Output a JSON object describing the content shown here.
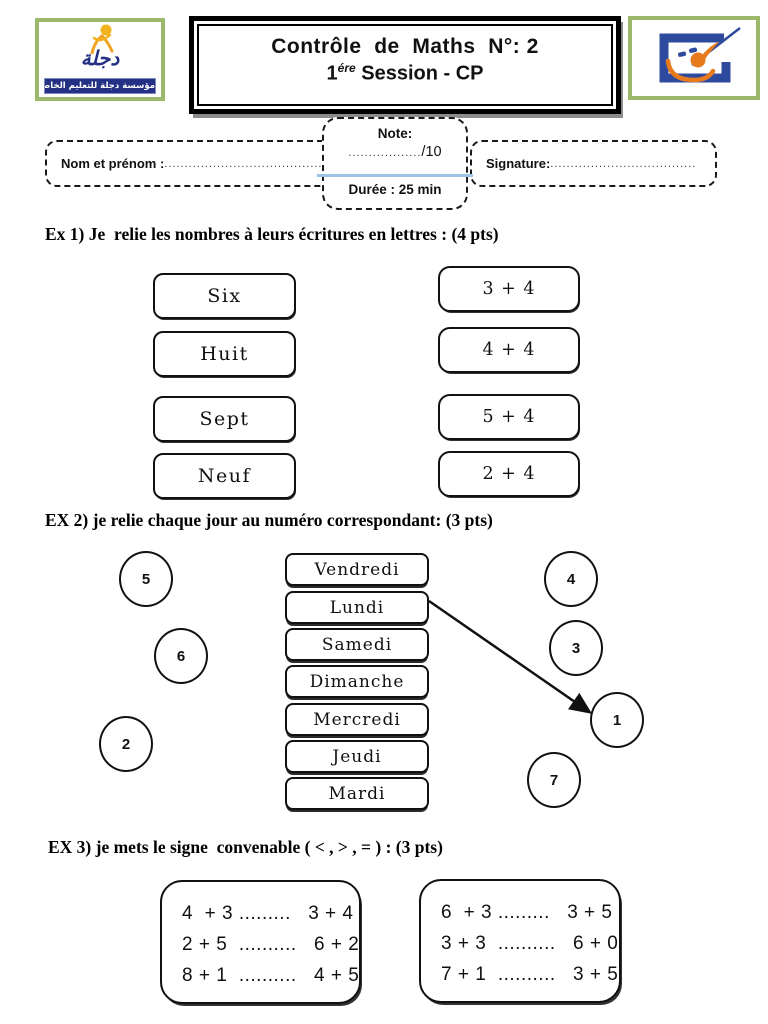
{
  "header": {
    "left_logo": {
      "calligraphy": "دجلة",
      "banner_text": "مؤسسة دجلة للتعليم الخاص"
    },
    "title_line1": "Contrôle  de  Maths  N°: 2",
    "title_line2_prefix": "1",
    "title_line2_sup": "ére",
    "title_line2_rest": " Session - CP"
  },
  "info": {
    "name_label": "Nom et prénom :",
    "name_dots": "...........................................",
    "note_label": "Note:",
    "note_dots": "..................",
    "note_out_of": "/10",
    "duration_label": "Durée : 25 min",
    "signature_label": "Signature:",
    "signature_dots": "...................................."
  },
  "ex1": {
    "heading": "Ex 1) Je  relie les nombres à leurs écritures en lettres : (4 pts)",
    "words": [
      "Six",
      "Huit",
      "Sept",
      "Neuf"
    ],
    "sums": [
      "3 + 4",
      "4 + 4",
      "5 + 4",
      "2 + 4"
    ]
  },
  "ex2": {
    "heading": "EX 2) je relie chaque jour au numéro correspondant: (3 pts)",
    "days": [
      "Vendredi",
      "Lundi",
      "Samedi",
      "Dimanche",
      "Mercredi",
      "Jeudi",
      "Mardi"
    ],
    "circles": {
      "c5": "5",
      "c6": "6",
      "c2": "2",
      "c4": "4",
      "c3": "3",
      "c1": "1",
      "c7": "7"
    },
    "drawn_link": "Lundi → 1"
  },
  "ex3": {
    "heading": "EX 3) je mets le signe  convenable ( < , > , = ) : (3 pts)",
    "left_rows": [
      "4  + 3 .........   3 + 4",
      "2 + 5  ..........   6 + 2",
      "8 + 1  ..........   4 + 5"
    ],
    "right_rows": [
      "6  + 3 .........   3 + 5",
      "3 + 3  ..........   6 + 0",
      "7 + 1  ..........   3 + 5"
    ]
  },
  "colors": {
    "logo_border_green": "#9cb96b",
    "logo_navy": "#243083",
    "logo_orange": "#e87a1e",
    "logo_yellow": "#f2b21d",
    "note_rule_blue": "#9cc2e5",
    "ink": "#111111"
  }
}
